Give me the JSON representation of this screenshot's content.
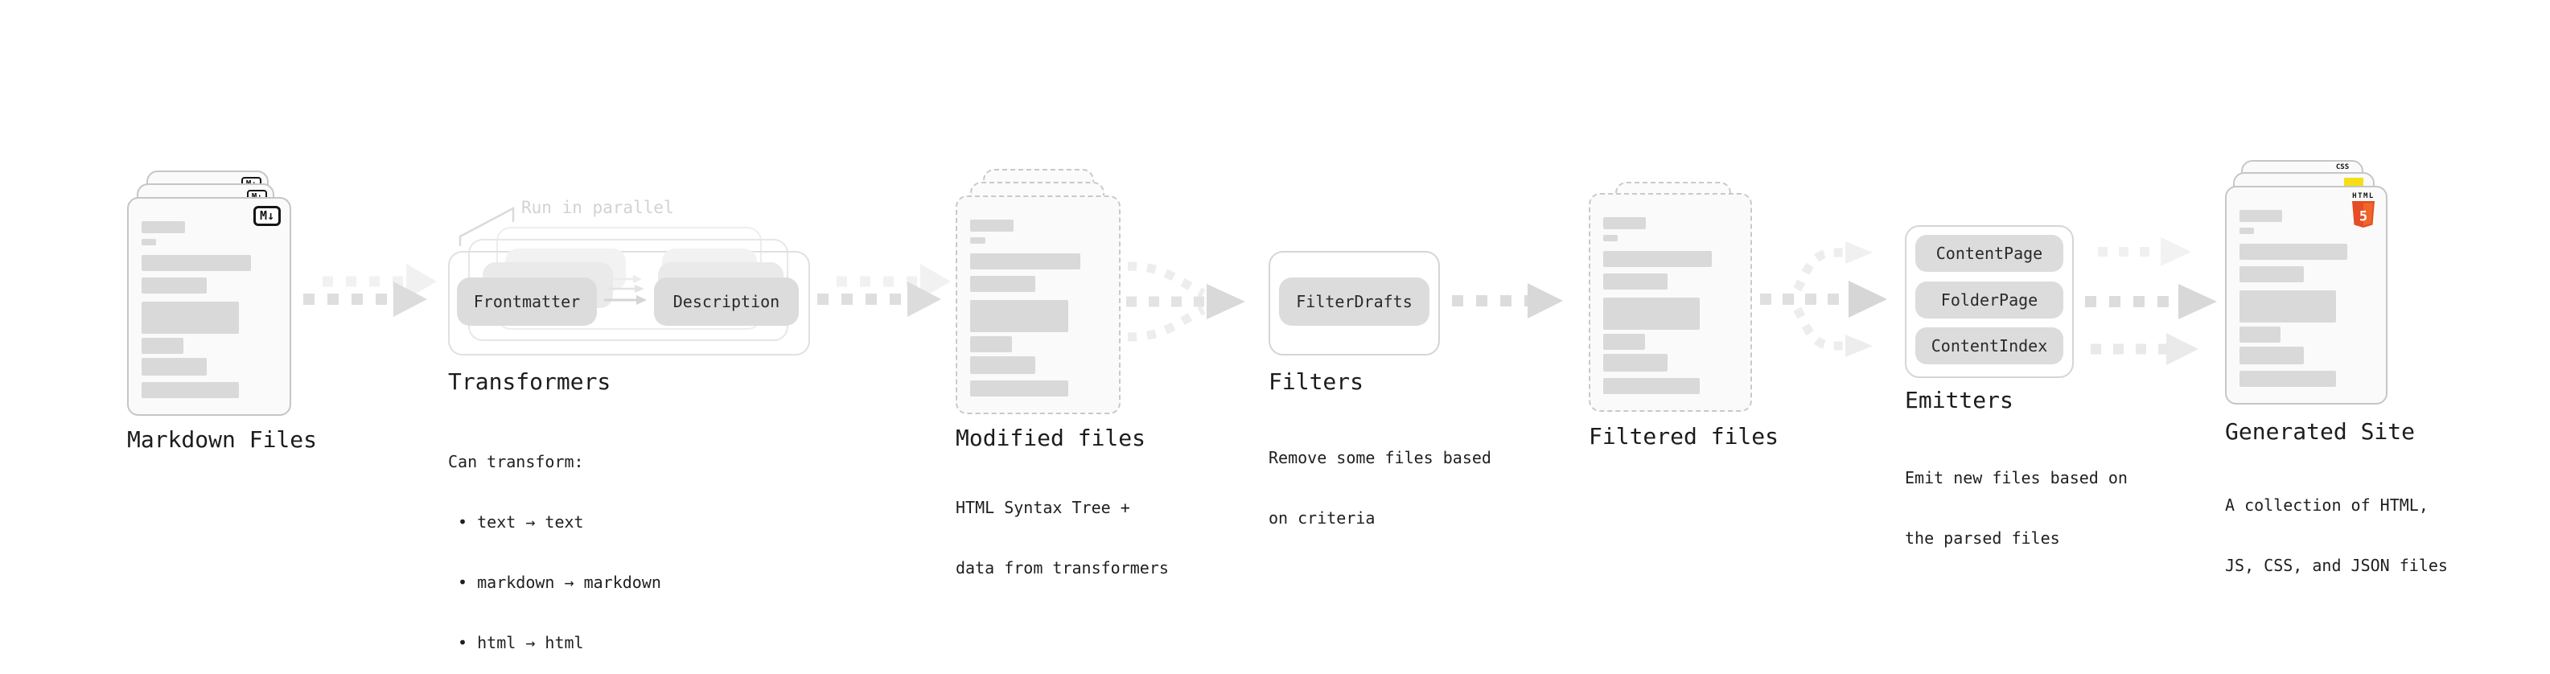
{
  "diagram": {
    "markdown": {
      "label": "Markdown Files",
      "badge": "M↓"
    },
    "transformers": {
      "title": "Transformers",
      "note": "Run in parallel",
      "pill_left": "Frontmatter",
      "pill_right": "Description",
      "body_lines": [
        "Can transform:",
        " • text → text",
        " • markdown → markdown",
        " • html → html"
      ]
    },
    "modified": {
      "title": "Modified files",
      "sub_lines": [
        "HTML Syntax Tree +",
        "data from transformers"
      ]
    },
    "filters": {
      "title": "Filters",
      "pill": "FilterDrafts",
      "sub_lines": [
        "Remove some files based",
        "on criteria"
      ]
    },
    "filtered": {
      "title": "Filtered files"
    },
    "emitters": {
      "title": "Emitters",
      "pills": [
        "ContentPage",
        "FolderPage",
        "ContentIndex"
      ],
      "sub_lines": [
        "Emit new files based on",
        "the parsed files"
      ]
    },
    "generated": {
      "title": "Generated Site",
      "sub_lines": [
        "A collection of HTML,",
        "JS, CSS, and JSON files"
      ],
      "badge_html_top": "HTML",
      "badge_html_number": "5",
      "badge_css": "CSS"
    }
  },
  "colors": {
    "html5_orange": "#e44d26",
    "html5_orange_light": "#f16529",
    "js_yellow": "#f5de19",
    "css_blue": "#2962ff",
    "skeleton_gray": "#d9d9d9"
  },
  "skeleton_bars": [
    [
      32,
      15,
      7
    ],
    [
      11,
      8,
      12
    ],
    [
      81,
      20,
      8
    ],
    [
      48,
      20,
      10
    ],
    [
      72,
      40,
      5
    ],
    [
      31,
      20,
      5
    ],
    [
      48,
      22,
      8
    ],
    [
      72,
      20,
      0
    ]
  ]
}
